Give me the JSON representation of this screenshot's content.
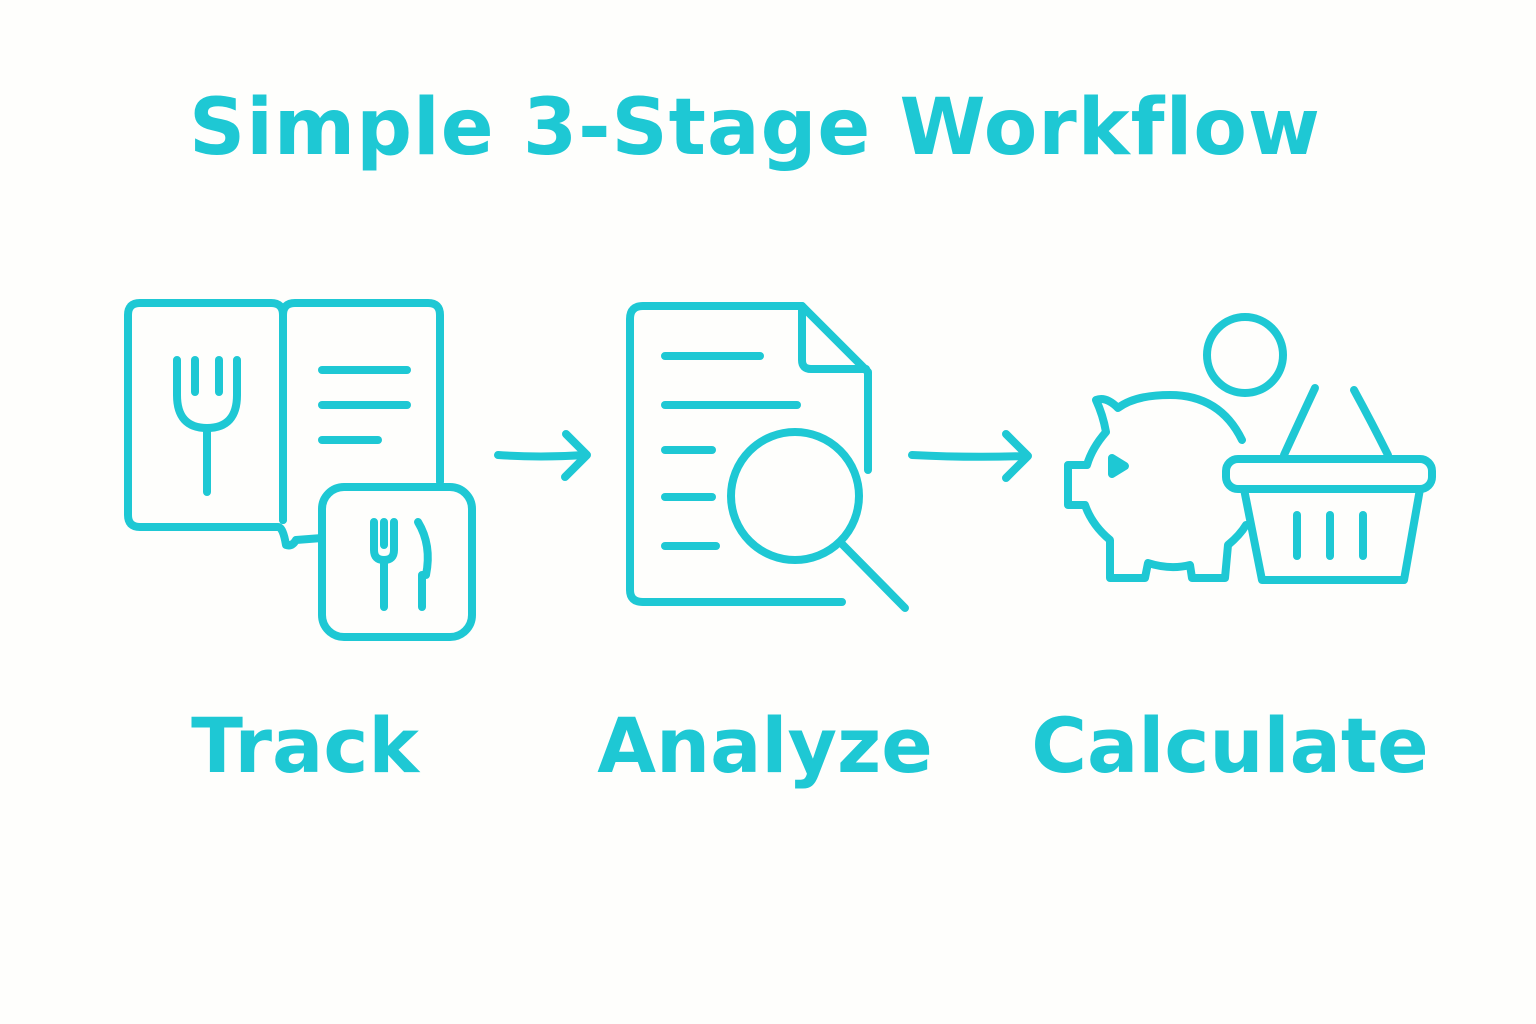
{
  "title": "Simple 3-Stage Workflow",
  "accent_color": "#1ec8d4",
  "stages": [
    {
      "label": "Track",
      "icon": "menu-book-cutlery-icon"
    },
    {
      "label": "Analyze",
      "icon": "document-magnifier-icon"
    },
    {
      "label": "Calculate",
      "icon": "piggy-bank-basket-icon"
    }
  ],
  "connectors": [
    "arrow-right-icon",
    "arrow-right-icon"
  ]
}
